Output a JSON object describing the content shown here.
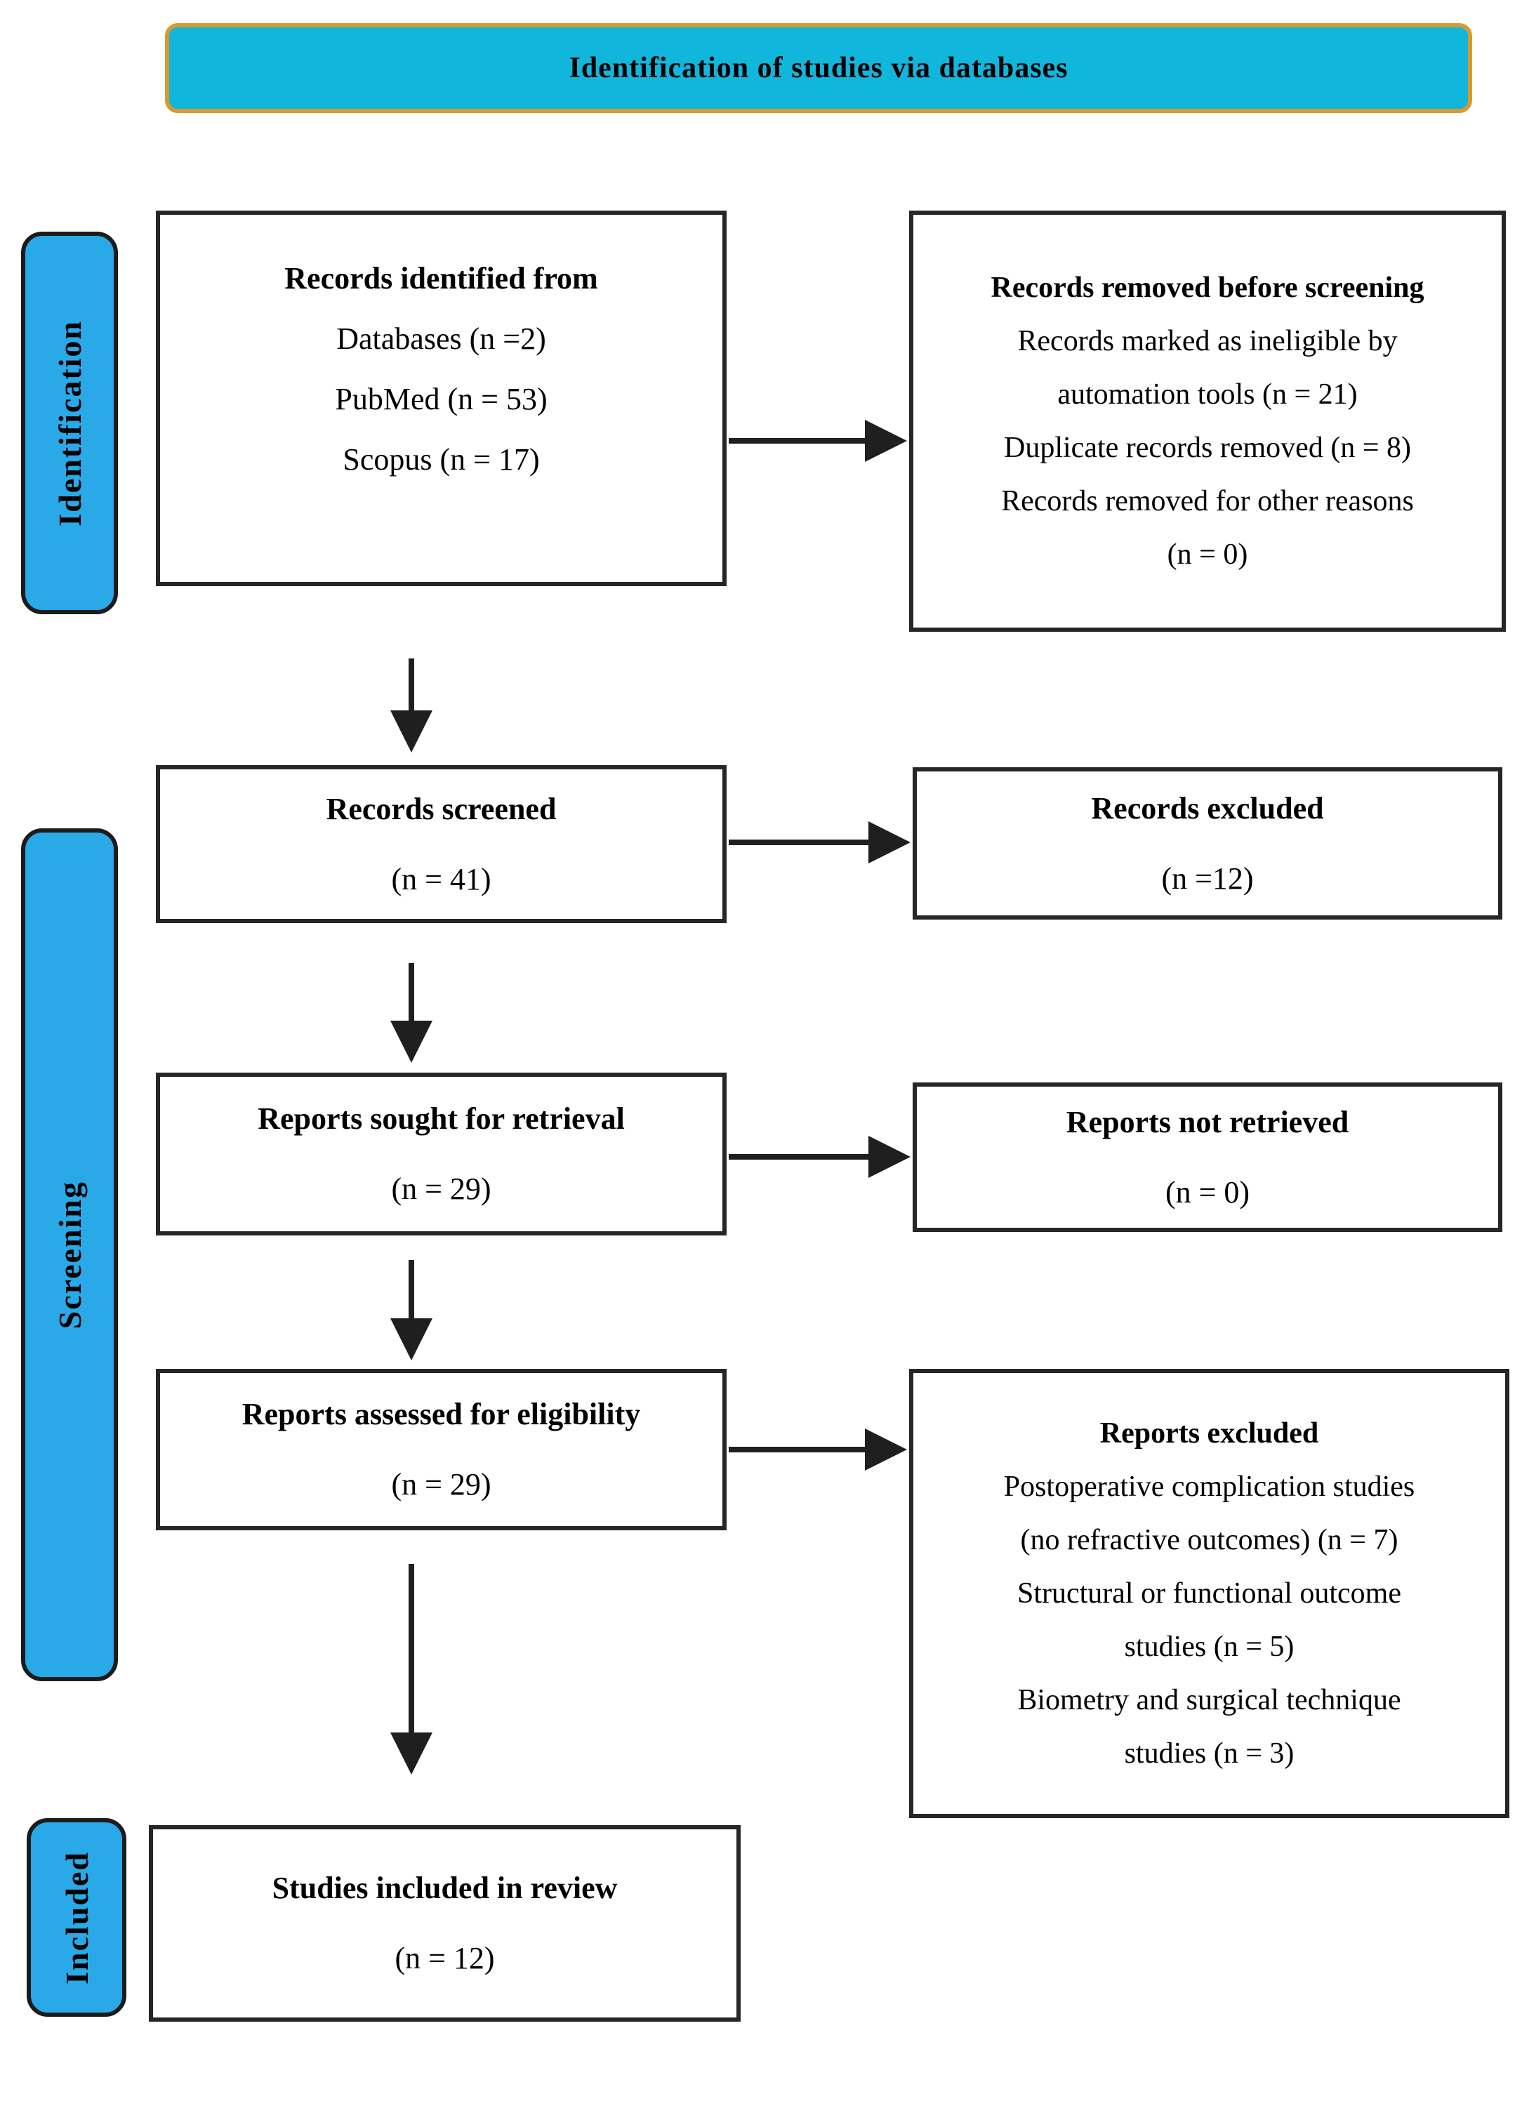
{
  "banner": {
    "title": "Identification of studies via databases"
  },
  "stages": {
    "identification": "Identification",
    "screening": "Screening",
    "included": "Included"
  },
  "boxes": {
    "records_identified": {
      "title": "Records identified from",
      "lines": [
        "Databases (n =2)",
        "PubMed (n = 53)",
        "Scopus (n = 17)"
      ]
    },
    "records_removed": {
      "title": "Records removed before screening",
      "lines": [
        "Records marked as ineligible by",
        "automation tools (n = 21)",
        "Duplicate records removed (n = 8)",
        "Records removed for other reasons",
        "(n = 0)"
      ]
    },
    "records_screened": {
      "title": "Records screened",
      "count": "(n = 41)"
    },
    "records_excluded": {
      "title": "Records excluded",
      "count": "(n =12)"
    },
    "reports_sought": {
      "title": "Reports sought for retrieval",
      "count": "(n = 29)"
    },
    "reports_not_retrieved": {
      "title": "Reports not retrieved",
      "count": "(n = 0)"
    },
    "reports_assessed": {
      "title": "Reports assessed for eligibility",
      "count": "(n = 29)"
    },
    "reports_excluded": {
      "title": "Reports excluded",
      "lines": [
        "Postoperative complication studies",
        "(no refractive outcomes) (n = 7)",
        "Structural or functional outcome",
        "studies (n = 5)",
        "Biometry and surgical technique",
        "studies (n = 3)"
      ]
    },
    "studies_included": {
      "title": "Studies included in review",
      "count": "(n = 12)"
    }
  },
  "colors": {
    "banner_fill": "#10B6DC",
    "banner_border": "#D9992E",
    "stage_fill": "#29A9E8",
    "box_border": "#262626",
    "arrow": "#1F1F1F"
  }
}
